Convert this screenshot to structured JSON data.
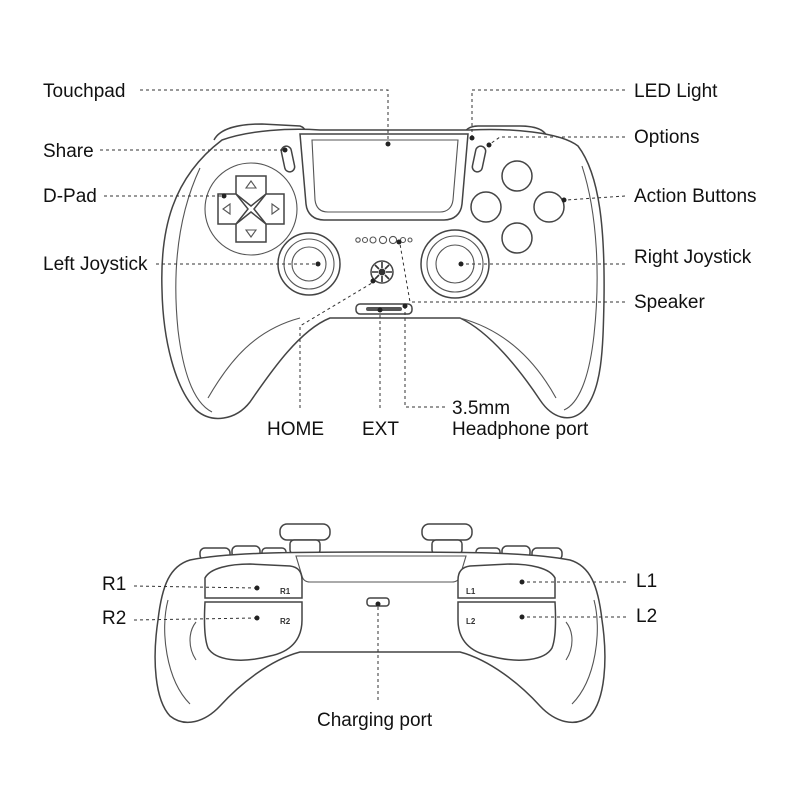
{
  "front_view": {
    "labels": {
      "touchpad": "Touchpad",
      "share": "Share",
      "dpad": "D-Pad",
      "left_joystick": "Left Joystick",
      "led_light": "LED Light",
      "options": "Options",
      "action_buttons": "Action Buttons",
      "right_joystick": "Right Joystick",
      "speaker": "Speaker",
      "home": "HOME",
      "ext": "EXT",
      "headphone_line1": "3.5mm",
      "headphone_line2": "Headphone port"
    },
    "icons": [
      "arrow-up-icon",
      "arrow-left-icon",
      "arrow-right-icon",
      "arrow-down-icon",
      "home-logo-icon"
    ]
  },
  "top_view": {
    "labels": {
      "r1": "R1",
      "r2": "R2",
      "l1": "L1",
      "l2": "L2",
      "charging_port": "Charging port"
    },
    "trigger_markings": {
      "r1": "R1",
      "r2": "R2",
      "l1": "L1",
      "l2": "L2"
    }
  }
}
